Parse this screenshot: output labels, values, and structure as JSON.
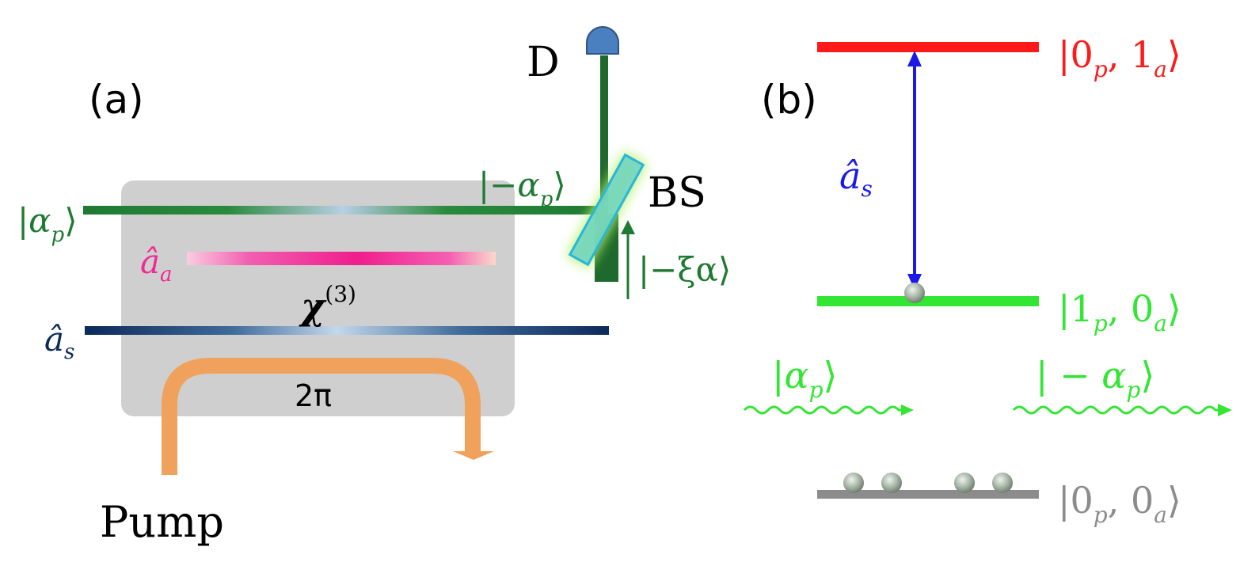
{
  "panel_a": {
    "label": "(a)",
    "detector_label": "D",
    "beamsplitter_label": "BS",
    "pump_label": "Pump",
    "loop_label": "2π",
    "medium": {
      "symbol": "χ",
      "superscript": "(3)"
    },
    "input_probe": {
      "bra": "|",
      "symbol": "α",
      "sub": "p",
      "ket": "⟩"
    },
    "output_probe": {
      "bra": "|−",
      "symbol": "α",
      "sub": "p",
      "ket": "⟩"
    },
    "reference": {
      "bra": "|−ξα",
      "ket": "⟩"
    },
    "mode_a": {
      "symbol": "â",
      "sub": "a"
    },
    "mode_s": {
      "symbol": "â",
      "sub": "s"
    },
    "colors": {
      "probe_beam": "#1e7a32",
      "mode_a": "#f02a95",
      "mode_s": "#0c2a5a",
      "pump": "#f0a25c",
      "medium_box": "#cfcfcf",
      "beamsplitter": "#5ec7c2",
      "detector": "#4a7fc0"
    }
  },
  "panel_b": {
    "label": "(b)",
    "upper_level": {
      "bra": "|0",
      "sub1": "p",
      "mid": ", 1",
      "sub2": "a",
      "ket": "⟩"
    },
    "middle_level": {
      "bra": "|1",
      "sub1": "p",
      "mid": ", 0",
      "sub2": "a",
      "ket": "⟩"
    },
    "lower_level": {
      "bra": "|0",
      "sub1": "p",
      "mid": ", 0",
      "sub2": "a",
      "ket": "⟩"
    },
    "transition": {
      "symbol": "â",
      "sub": "s"
    },
    "incoming_photon": {
      "bra": "|",
      "symbol": "α",
      "sub": "p",
      "ket": "⟩"
    },
    "outgoing_photon": {
      "bra": "| − ",
      "symbol": "α",
      "sub": "p",
      "ket": "⟩"
    },
    "colors": {
      "upper_level": "#ff1a1a",
      "middle_level": "#33e633",
      "lower_level": "#8c8c8c",
      "transition": "#1a1ae6",
      "photon": "#33e633"
    }
  }
}
